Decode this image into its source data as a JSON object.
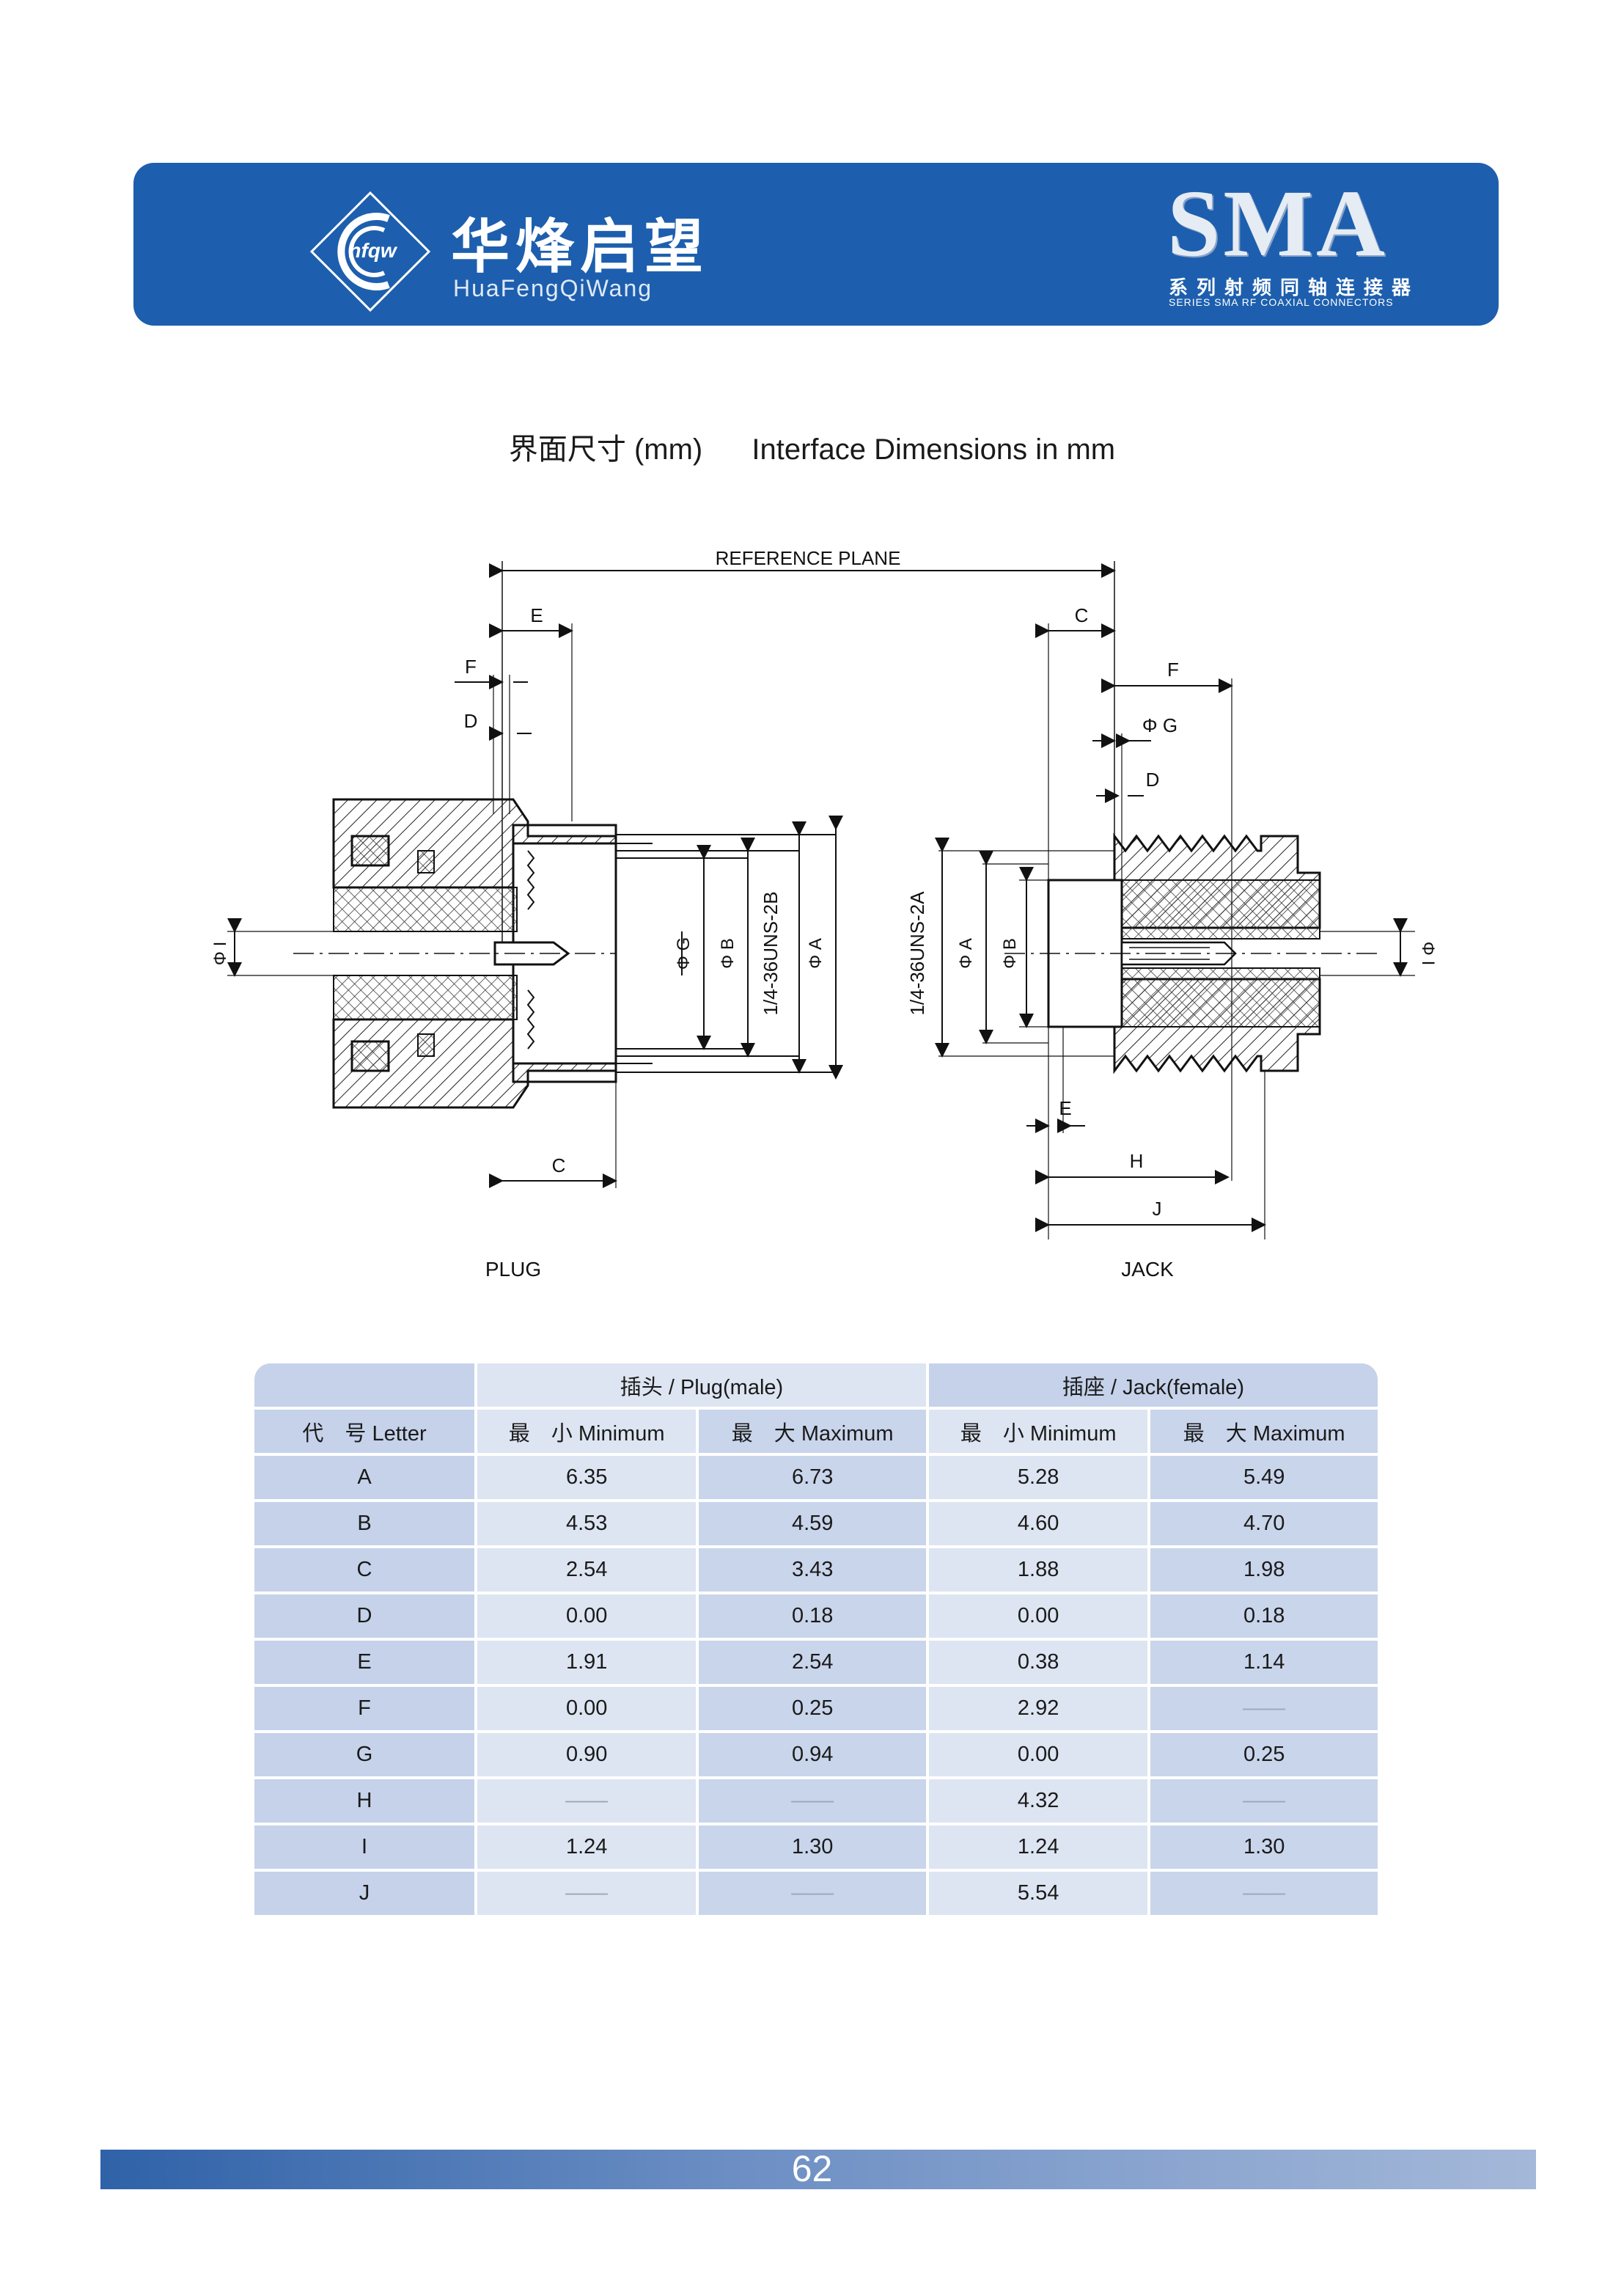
{
  "header": {
    "brand_cn": "华烽启望",
    "brand_en": "HuaFengQiWang",
    "logo_text": "hfqw",
    "series_title": "SMA",
    "series_sub_cn": "系列射频同轴连接器",
    "series_sub_en": "SERIES SMA RF COAXIAL CONNECTORS"
  },
  "heading": {
    "cn": "界面尺寸 (mm)",
    "en": "Interface Dimensions in mm"
  },
  "drawing": {
    "reference_plane": "REFERENCE PLANE",
    "plug_label": "PLUG",
    "jack_label": "JACK",
    "plug_thread": "1/4-36UNS-2B",
    "jack_thread": "1/4-36UNS-2A",
    "dims": {
      "A": "Φ A",
      "B": "Φ B",
      "G": "Φ G",
      "I": "Φ I",
      "C": "C",
      "D": "D",
      "E": "E",
      "F": "F",
      "H": "H",
      "J": "J"
    }
  },
  "table": {
    "plug_header": "插头 / Plug(male)",
    "jack_header": "插座 / Jack(female)",
    "letter_header": "代　号 Letter",
    "min_header": "最　小 Minimum",
    "max_header": "最　大 Maximum",
    "rows": [
      [
        "A",
        "6.35",
        "6.73",
        "5.28",
        "5.49"
      ],
      [
        "B",
        "4.53",
        "4.59",
        "4.60",
        "4.70"
      ],
      [
        "C",
        "2.54",
        "3.43",
        "1.88",
        "1.98"
      ],
      [
        "D",
        "0.00",
        "0.18",
        "0.00",
        "0.18"
      ],
      [
        "E",
        "1.91",
        "2.54",
        "0.38",
        "1.14"
      ],
      [
        "F",
        "0.00",
        "0.25",
        "2.92",
        "——"
      ],
      [
        "G",
        "0.90",
        "0.94",
        "0.00",
        "0.25"
      ],
      [
        "H",
        "——",
        "——",
        "4.32",
        "——"
      ],
      [
        "I",
        "1.24",
        "1.30",
        "1.24",
        "1.30"
      ],
      [
        "J",
        "——",
        "——",
        "5.54",
        "——"
      ]
    ]
  },
  "footer": {
    "page_number": "62"
  }
}
